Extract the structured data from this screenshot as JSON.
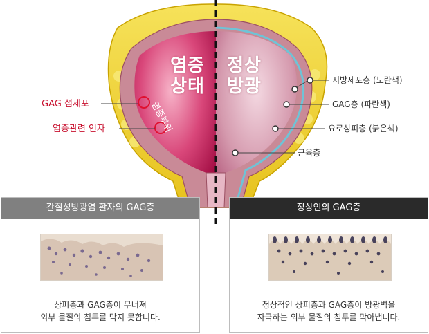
{
  "diagram": {
    "left_title_line1": "염증",
    "left_title_line2": "상태",
    "right_title_line1": "정상",
    "right_title_line2": "방광",
    "inflamed_region_label": "염증부위"
  },
  "labels_left": [
    {
      "text": "GAG 섬세포",
      "color": "#c8102e"
    },
    {
      "text": "염증관련 인자",
      "color": "#c8102e"
    }
  ],
  "labels_right": [
    {
      "text": "지방세포층 (노란색)"
    },
    {
      "text": "GAG층 (파란색)"
    },
    {
      "text": "요로상피층 (붉은색)"
    },
    {
      "text": "근육층"
    }
  ],
  "panels": {
    "left": {
      "title": "간질성방광염 환자의 GAG층",
      "caption_line1": "상피층과 GAG층이 무너져",
      "caption_line2": "외부 물질의 침투를 막지 못합니다."
    },
    "right": {
      "title": "정상인의 GAG층",
      "caption_line1": "정상적인 상피층과 GAG층이 방광벽을",
      "caption_line2": "자극하는 외부 물질의 침투를 막아냅니다."
    }
  },
  "colors": {
    "fat_yellow": "#f2d52a",
    "inflamed_pink": "#c2185b",
    "normal_wall": "#b85c7a",
    "gag_blue": "#6fc3d6",
    "accent_red": "#c8102e"
  }
}
